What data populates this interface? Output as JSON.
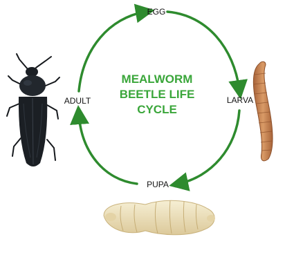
{
  "diagram": {
    "title_lines": [
      "MEALWORM",
      "BEETLE LIFE",
      "CYCLE"
    ],
    "stages": {
      "egg": "EGG",
      "larva": "LARVA",
      "pupa": "PUPA",
      "adult": "ADULT"
    },
    "colors": {
      "arrow": "#2e8b2e",
      "title": "#3aa63a",
      "beetle": "#1b1f24",
      "larva": "#c98a5a",
      "pupa": "#efe6c6"
    }
  }
}
